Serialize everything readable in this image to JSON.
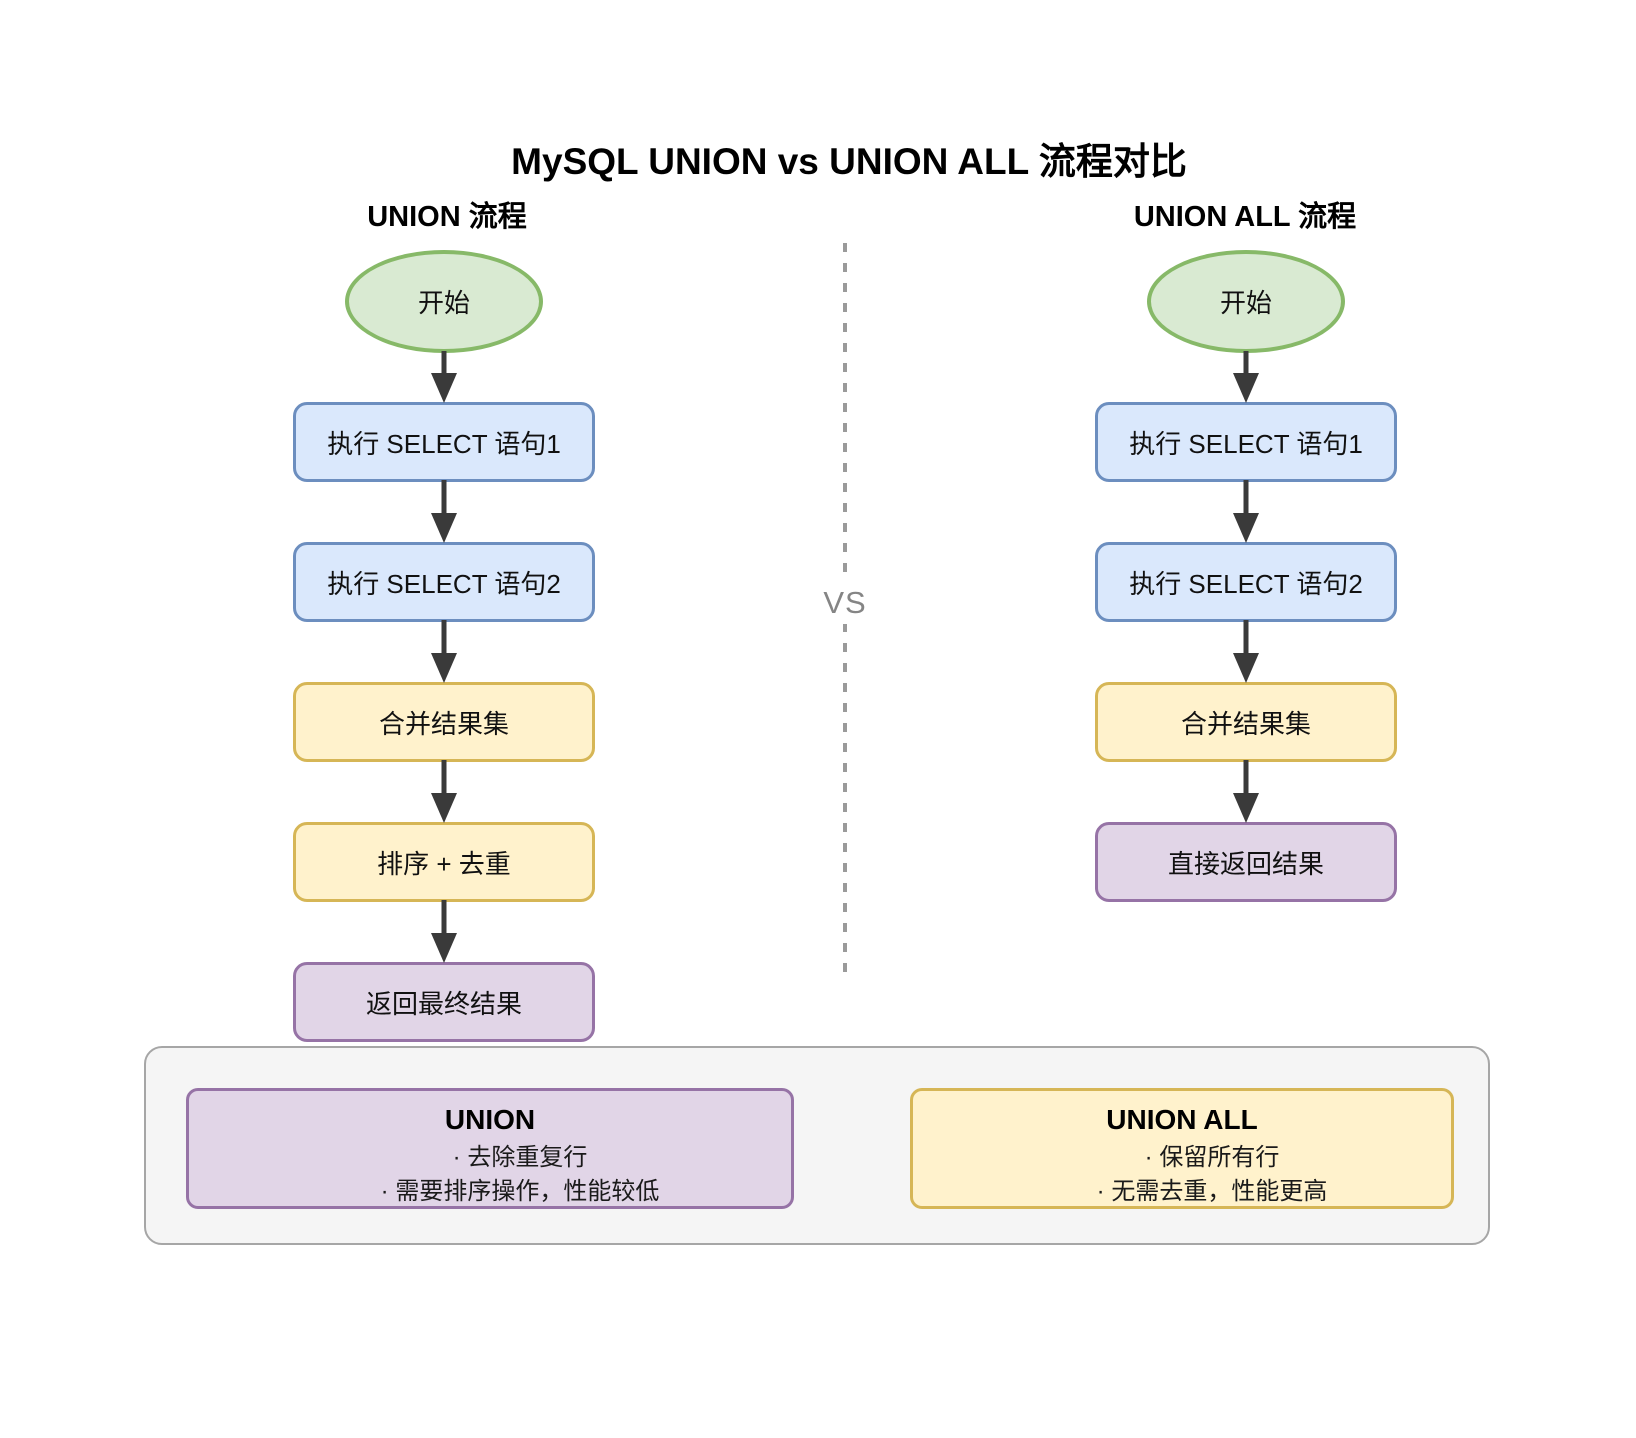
{
  "title": "MySQL UNION vs UNION ALL 流程对比",
  "vs_label": "VS",
  "columns": [
    {
      "header": "UNION 流程",
      "nodes": [
        {
          "label": "开始"
        },
        {
          "label": "执行 SELECT 语句1"
        },
        {
          "label": "执行 SELECT 语句2"
        },
        {
          "label": "合并结果集"
        },
        {
          "label": "排序 + 去重"
        },
        {
          "label": "返回最终结果"
        }
      ]
    },
    {
      "header": "UNION ALL 流程",
      "nodes": [
        {
          "label": "开始"
        },
        {
          "label": "执行 SELECT 语句1"
        },
        {
          "label": "执行 SELECT 语句2"
        },
        {
          "label": "合并结果集"
        },
        {
          "label": "直接返回结果"
        }
      ]
    }
  ],
  "summary": {
    "cards": [
      {
        "title": "UNION",
        "bullets": [
          "· 去除重复行",
          "· 需要排序操作，性能较低"
        ]
      },
      {
        "title": "UNION ALL",
        "bullets": [
          "· 保留所有行",
          "· 无需去重，性能更高"
        ]
      }
    ]
  },
  "colors": {
    "start_fill": "#d9ead2",
    "start_border": "#87b968",
    "process_fill": "#dae8fc",
    "process_border": "#6c8ebf",
    "merge_fill": "#fff2cc",
    "merge_border": "#d6b656",
    "result_fill": "#e1d5e7",
    "result_border": "#9673a6",
    "panel_fill": "#f5f5f5",
    "panel_border": "#a6a6a6",
    "arrow": "#3a3a3a",
    "divider": "#9a9a9a",
    "vs_text": "#858585",
    "text": "#111111"
  }
}
